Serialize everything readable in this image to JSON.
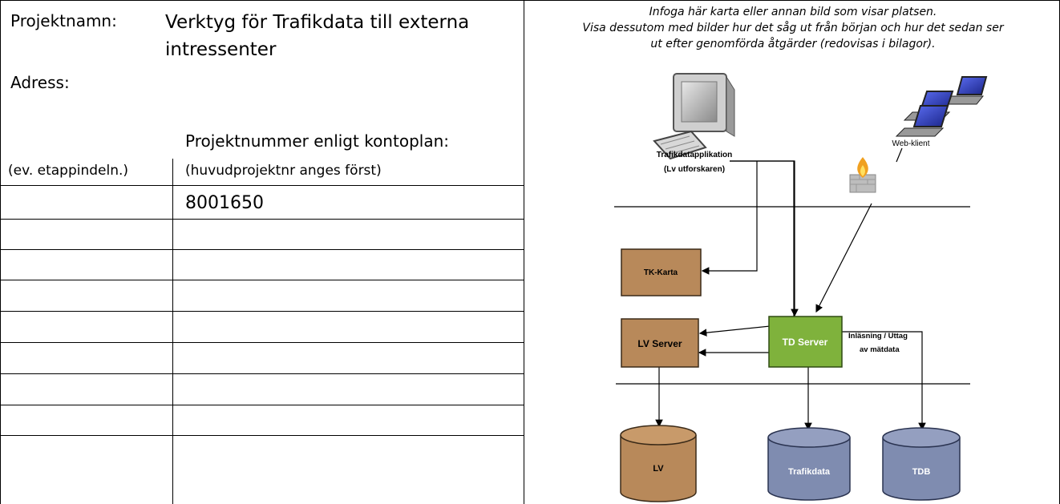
{
  "form": {
    "projektnamn_label": "Projektnamn:",
    "projektnamn_line1": "Verktyg för Trafikdata till externa",
    "projektnamn_line2": "intressenter",
    "adress_label": "Adress:",
    "projektnummer_label": "Projektnummer enligt kontoplan:",
    "etapp_label": "(ev. etappindeln.)",
    "huvudprojekt_label": "(huvudprojektnr anges först)",
    "project_number": "8001650"
  },
  "instructions": {
    "line1": "Infoga här karta eller annan bild som visar platsen.",
    "line2": "Visa dessutom med bilder hur det såg ut från början och hur det sedan ser",
    "line3": "ut efter genomförda åtgärder (redovisas i bilagor)."
  },
  "diagram": {
    "client_app_label": "Trafikdatapplikation",
    "client_app_sub": "(Lv utforskaren)",
    "web_client_label": "Web-klient",
    "tk_karta": "TK-Karta",
    "lv_server": "LV Server",
    "td_server": "TD Server",
    "io_label_line1": "Inläsning / Uttag",
    "io_label_line2": "av mätdata",
    "db_lv": "LV",
    "db_trafikdata": "Trafikdata",
    "db_tdb": "TDB",
    "colors": {
      "brown_box": "#b8895a",
      "green_box": "#7fb23c",
      "blue_db": "#7f8cb0"
    }
  }
}
